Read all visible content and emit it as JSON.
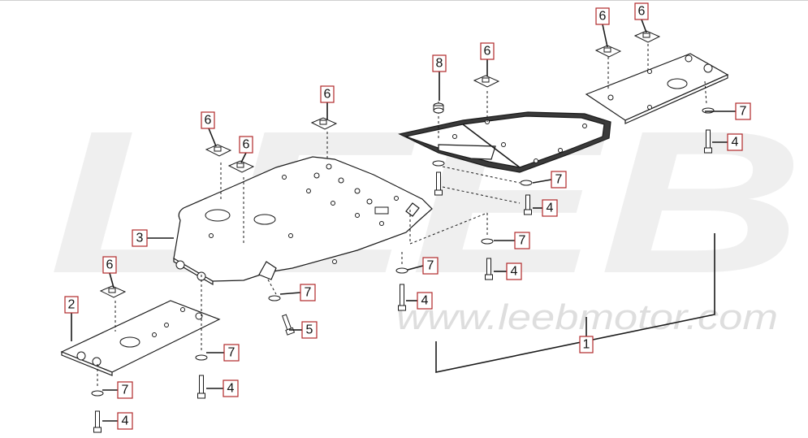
{
  "watermark": {
    "brand": "LEEB",
    "url": "www.leebmotor.com"
  },
  "callouts": [
    {
      "id": "c8",
      "label": "8"
    },
    {
      "id": "c6a",
      "label": "6"
    },
    {
      "id": "c6b",
      "label": "6"
    },
    {
      "id": "c6c",
      "label": "6"
    },
    {
      "id": "c6d",
      "label": "6"
    },
    {
      "id": "c6e",
      "label": "6"
    },
    {
      "id": "c6f",
      "label": "6"
    },
    {
      "id": "c6g",
      "label": "6"
    },
    {
      "id": "c7a",
      "label": "7"
    },
    {
      "id": "c7b",
      "label": "7"
    },
    {
      "id": "c7c",
      "label": "7"
    },
    {
      "id": "c7d",
      "label": "7"
    },
    {
      "id": "c7e",
      "label": "7"
    },
    {
      "id": "c7f",
      "label": "7"
    },
    {
      "id": "c7g",
      "label": "7"
    },
    {
      "id": "c7h",
      "label": "7"
    },
    {
      "id": "c4a",
      "label": "4"
    },
    {
      "id": "c4b",
      "label": "4"
    },
    {
      "id": "c4c",
      "label": "4"
    },
    {
      "id": "c4d",
      "label": "4"
    },
    {
      "id": "c4e",
      "label": "4"
    },
    {
      "id": "c4f",
      "label": "4"
    },
    {
      "id": "c3",
      "label": "3"
    },
    {
      "id": "c2",
      "label": "2"
    },
    {
      "id": "c5",
      "label": "5"
    },
    {
      "id": "c1",
      "label": "1"
    }
  ]
}
